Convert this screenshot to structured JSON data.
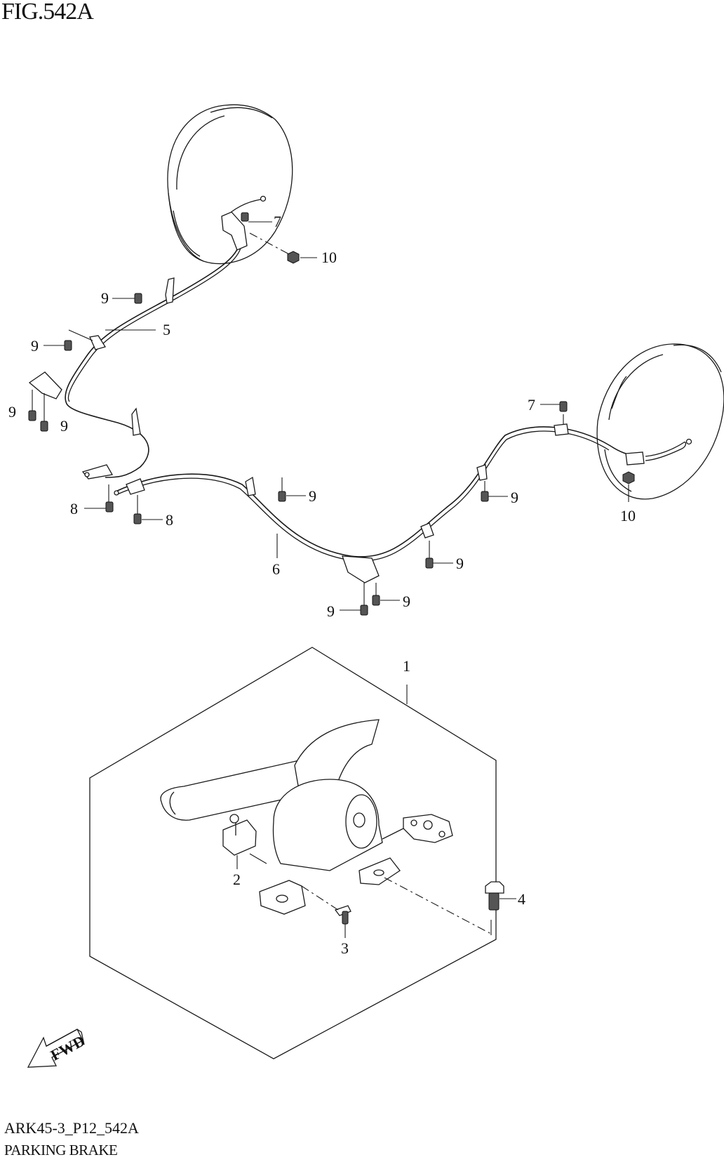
{
  "figure": {
    "title": "FIG.542A",
    "drawing_code": "ARK45-3_P12_542A",
    "caption": "PARKING BRAKE",
    "fwd_label": "FWD"
  },
  "callouts": {
    "c7a": "7",
    "c10a": "10",
    "c9a": "9",
    "c5": "5",
    "c9b": "9",
    "c9c": "9",
    "c9d": "9",
    "c8a": "8",
    "c8b": "8",
    "c9e": "9",
    "c6": "6",
    "c9f": "9",
    "c9g": "9",
    "c9h": "9",
    "c7b": "7",
    "c9i": "9",
    "c10b": "10",
    "c1": "1",
    "c2": "2",
    "c3": "3",
    "c4": "4"
  },
  "colors": {
    "line": "#1a1a1a",
    "background": "#ffffff"
  }
}
